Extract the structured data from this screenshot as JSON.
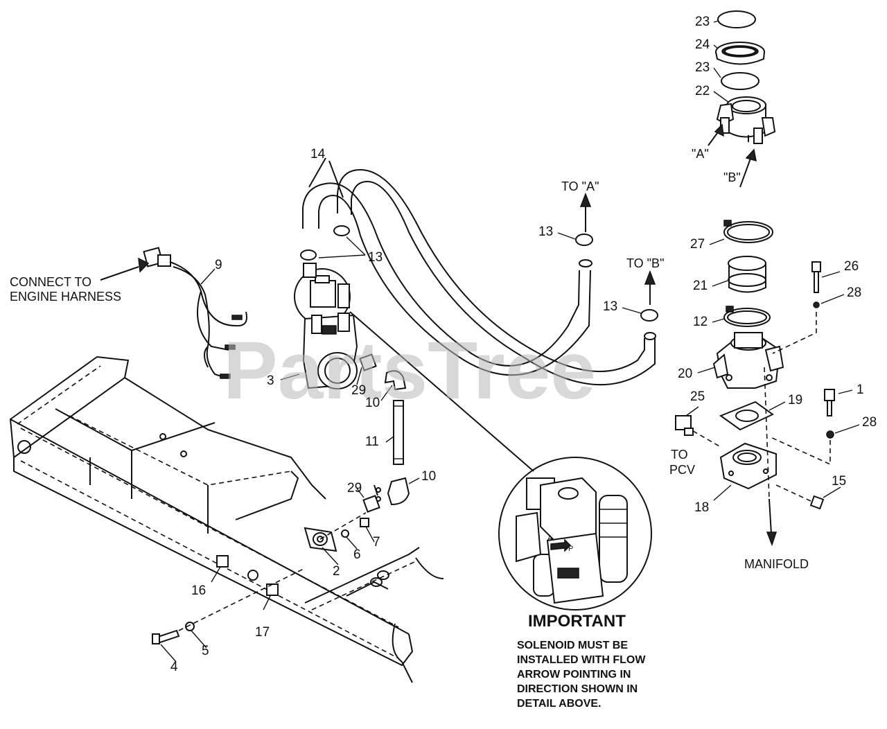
{
  "watermark": "PartsTree",
  "callouts": {
    "c1": "1",
    "c2": "2",
    "c3": "3",
    "c4": "4",
    "c5": "5",
    "c6": "6",
    "c7": "7",
    "c9": "9",
    "c10a": "10",
    "c10b": "10",
    "c11": "11",
    "c12": "12",
    "c13a": "13",
    "c13b": "13",
    "c13c": "13",
    "c14": "14",
    "c15": "15",
    "c16": "16",
    "c17": "17",
    "c18": "18",
    "c19": "19",
    "c20": "20",
    "c21": "21",
    "c22": "22",
    "c23a": "23",
    "c23b": "23",
    "c24": "24",
    "c25": "25",
    "c26": "26",
    "c27": "27",
    "c28a": "28",
    "c28b": "28",
    "c29a": "29",
    "c29b": "29"
  },
  "captions": {
    "connect_line1": "CONNECT TO",
    "connect_line2": "ENGINE HARNESS",
    "to_a": "TO \"A\"",
    "to_b": "TO \"B\"",
    "to_pcv_line1": "TO",
    "to_pcv_line2": "PCV",
    "manifold": "MANIFOLD",
    "port_a": "\"A\"",
    "port_b": "\"B\""
  },
  "important": {
    "heading": "IMPORTANT",
    "line1": "SOLENOID MUST BE",
    "line2": "INSTALLED WITH FLOW",
    "line3": "ARROW POINTING IN",
    "line4": "DIRECTION SHOWN IN",
    "line5": "DETAIL ABOVE."
  }
}
